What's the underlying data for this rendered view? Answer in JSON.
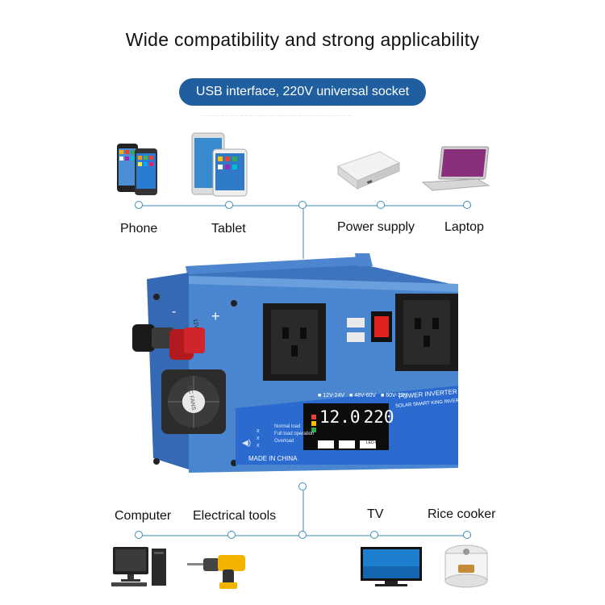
{
  "headline": "Wide compatibility and strong applicability",
  "subheading": "USB interface, 220V universal socket",
  "top_devices": [
    {
      "label": "Phone",
      "icon": "phone-icon"
    },
    {
      "label": "Tablet",
      "icon": "tablet-icon"
    },
    {
      "label": "Power supply",
      "icon": "power-bank-icon"
    },
    {
      "label": "Laptop",
      "icon": "laptop-icon"
    }
  ],
  "bottom_devices": [
    {
      "label": "Computer",
      "icon": "desktop-computer-icon"
    },
    {
      "label": "Electrical tools",
      "icon": "drill-icon"
    },
    {
      "label": "TV",
      "icon": "tv-icon"
    },
    {
      "label": "Rice cooker",
      "icon": "rice-cooker-icon"
    }
  ],
  "inverter": {
    "terminal_minus": "-",
    "terminal_plus": "+",
    "voltage_options": [
      "12V-24V",
      "48V-60V",
      "60V-72V"
    ],
    "brand_line1": "POWER INVERTER",
    "brand_line2": "SOLAR SMART KING INVERTER",
    "display_voltage_in": "12.0",
    "display_voltage_out": "220",
    "legend_marks": "x x x",
    "legend_lines": [
      "Normal load",
      "Full load operation",
      "Overload"
    ],
    "made_in": "MADE IN CHINA",
    "fan_label": "DC FANS",
    "side_label": "12V",
    "badges": [
      "LED Display"
    ]
  },
  "colors": {
    "accent_blue": "#1f5f9f",
    "connector_line": "#9fc3d9",
    "node_stroke": "#3b8fb8",
    "inverter_blue": "#3f79c6",
    "socket_black": "#1b1b1b",
    "switch_red": "#e0211e"
  }
}
